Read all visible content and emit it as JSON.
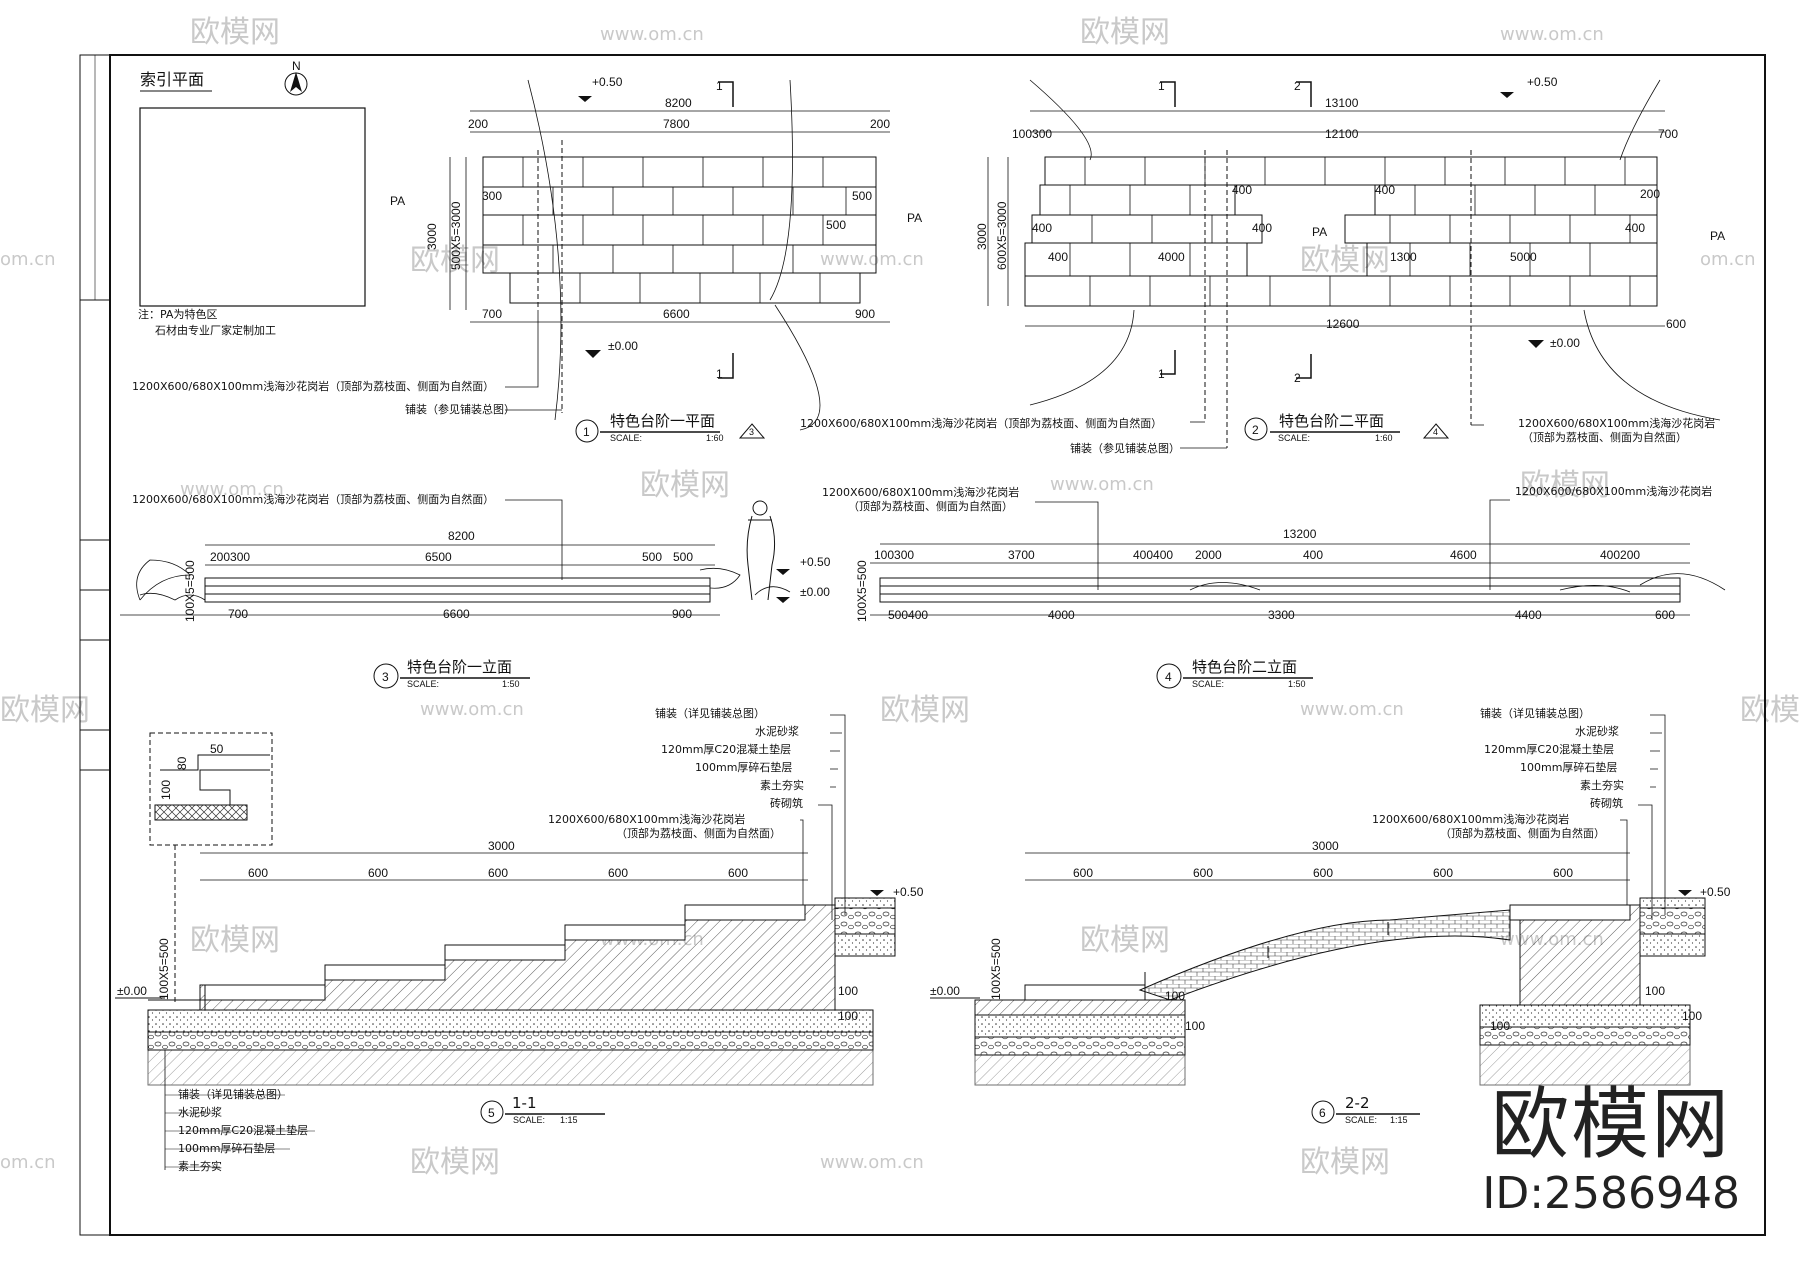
{
  "index_plan": {
    "title": "索引平面",
    "zone_label": "PA",
    "north_label": "N",
    "note1": "注：PA为特色区",
    "note2": "石材由专业厂家定制加工"
  },
  "plan1": {
    "title": "特色台阶一平面",
    "number": "1",
    "scale": "SCALE:",
    "ratio": "1:60",
    "ref_mark": "3",
    "level_top": "+0.50",
    "level_bot": "±0.00",
    "total": "8200",
    "d200a": "200",
    "inner": "7800",
    "d200b": "200",
    "v3000": "3000",
    "v500x5": "500X5=3000",
    "d300": "300",
    "d500a": "500",
    "d500b": "500",
    "b700": "700",
    "b6600": "6600",
    "b900": "900",
    "zone": "PA",
    "sec1": "1",
    "stone_note": "1200X600/680X100mm浅海沙花岗岩（顶部为荔枝面、侧面为自然面）",
    "pave_note": "铺装（参见铺装总图）"
  },
  "plan2": {
    "title": "特色台阶二平面",
    "number": "2",
    "scale": "SCALE:",
    "ratio": "1:60",
    "ref_mark": "4",
    "level_top": "+0.50",
    "level_bot": "±0.00",
    "total": "13100",
    "d100300": "100300",
    "inner": "12100",
    "d700": "700",
    "v3000": "3000",
    "v600x5": "600X5=3000",
    "d400a": "400",
    "d400b": "400",
    "d400c": "400",
    "d400d": "400",
    "d400e": "400",
    "d200": "200",
    "d4000": "4000",
    "d5000": "5000",
    "d1300": "1300",
    "b12600": "12600",
    "b600": "600",
    "zone": "PA",
    "sec1": "1",
    "sec2": "2",
    "stone_note": "1200X600/680X100mm浅海沙花岗岩（顶部为荔枝面、侧面为自然面）",
    "stone_note_r1": "1200X600/680X100mm浅海沙花岗岩",
    "stone_note_r2": "（顶部为荔枝面、侧面为自然面）",
    "pave_note": "铺装（参见铺装总图）"
  },
  "elev1": {
    "title": "特色台阶一立面",
    "number": "3",
    "scale": "SCALE:",
    "ratio": "1:50",
    "stone_note": "1200X600/680X100mm浅海沙花岗岩（顶部为荔枝面、侧面为自然面）",
    "total": "8200",
    "t200300": "200300",
    "t6500": "6500",
    "t500a": "500",
    "t500b": "500",
    "b700": "700",
    "b6600": "6600",
    "b900": "900",
    "v100x5": "100X5=500",
    "level_top": "+0.50",
    "level_bot": "±0.00"
  },
  "elev2": {
    "title": "特色台阶二立面",
    "number": "4",
    "scale": "SCALE:",
    "ratio": "1:50",
    "note1": "1200X600/680X100mm浅海沙花岗岩",
    "note2": "（顶部为荔枝面、侧面为自然面）",
    "note_r": "1200X600/680X100mm浅海沙花岗岩",
    "total": "13200",
    "t100300": "100300",
    "t3700": "3700",
    "t400400": "400400",
    "t2000": "2000",
    "t400": "400",
    "t4600": "4600",
    "t400200": "400200",
    "b500400": "500400",
    "b4000": "4000",
    "b3300": "3300",
    "b4400": "4400",
    "b600": "600",
    "v100x5": "100X5=500"
  },
  "sec1": {
    "title": "1-1",
    "number": "5",
    "scale": "SCALE:",
    "ratio": "1:15",
    "total": "3000",
    "steps": [
      "600",
      "600",
      "600",
      "600",
      "600"
    ],
    "v100x5": "100X5=500",
    "level_top": "+0.50",
    "level_bot": "±0.00",
    "d100": "100",
    "detail_50": "50",
    "detail_80": "80",
    "detail_100": "100",
    "layers_top": [
      "铺装（详见铺装总图）",
      "水泥砂浆",
      "120mm厚C20混凝土垫层",
      "100mm厚碎石垫层",
      "素土夯实",
      "砖砌筑"
    ],
    "stone_note1": "1200X600/680X100mm浅海沙花岗岩",
    "stone_note2": "（顶部为荔枝面、侧面为自然面）",
    "layers_bot": [
      "铺装（详见铺装总图）",
      "水泥砂浆",
      "120mm厚C20混凝土垫层",
      "100mm厚碎石垫层",
      "素土夯实"
    ]
  },
  "sec2": {
    "title": "2-2",
    "number": "6",
    "scale": "SCALE:",
    "ratio": "1:15",
    "total": "3000",
    "steps": [
      "600",
      "600",
      "600",
      "600",
      "600"
    ],
    "v100x5": "100X5=500",
    "level_top": "+0.50",
    "level_bot": "±0.00",
    "d100": "100",
    "layers_top": [
      "铺装（详见铺装总图）",
      "水泥砂浆",
      "120mm厚C20混凝土垫层",
      "100mm厚碎石垫层",
      "素土夯实",
      "砖砌筑"
    ],
    "stone_note1": "1200X600/680X100mm浅海沙花岗岩",
    "stone_note2": "（顶部为荔枝面、侧面为自然面）"
  },
  "watermark": {
    "brand": "欧模网",
    "site": "www.om.cn",
    "partial": "om.cn"
  },
  "brand_block": {
    "name": "欧模网",
    "id": "ID:2586948"
  }
}
